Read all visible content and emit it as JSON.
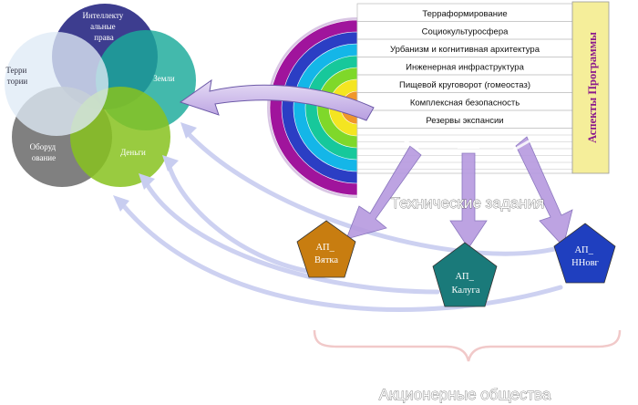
{
  "venn": {
    "circles": [
      {
        "id": "ip",
        "lines": [
          "Интеллекту",
          "альные",
          "права"
        ],
        "color": "#2d2d86"
      },
      {
        "id": "land",
        "lines": [
          "Земли"
        ],
        "color": "#1aa99a"
      },
      {
        "id": "territory",
        "lines": [
          "Терри",
          "тории"
        ],
        "color": "#dfeaf6"
      },
      {
        "id": "equipment",
        "lines": [
          "Оборуд",
          "ование"
        ],
        "color": "#6e6e6e"
      },
      {
        "id": "money",
        "lines": [
          "Деньги"
        ],
        "color": "#87c21f"
      }
    ]
  },
  "aspects": {
    "header": "Аспекты Программы",
    "layers": [
      {
        "label": "Терраформирование",
        "color": "#a0149c"
      },
      {
        "label": "Социокультуросфера",
        "color": "#2b3ec4"
      },
      {
        "label": "Урбанизм и когнитивная архитектура",
        "color": "#14b6e8"
      },
      {
        "label": "Инженерная инфраструктура",
        "color": "#17c89b"
      },
      {
        "label": "Пищевой круговорот (гомеостаз)",
        "color": "#7fd82a"
      },
      {
        "label": "Комплексная безопасность",
        "color": "#f4e521"
      },
      {
        "label": "Резервы экспансии",
        "color": "#f0972a"
      }
    ],
    "header_color": "#f5ee9a",
    "header_text_color": "#8c1a8c"
  },
  "caption_tasks": "Технические задания",
  "companies": {
    "caption": "Акционерные общества",
    "items": [
      {
        "id": "vyatka",
        "line1": "АП_",
        "line2": "Вятка",
        "color": "#c87d10"
      },
      {
        "id": "kaluga",
        "line1": "АП_",
        "line2": "Калуга",
        "color": "#1a7a7a"
      },
      {
        "id": "nnovg",
        "line1": "АП_",
        "line2": "ННовг",
        "color": "#1f3fbf"
      }
    ]
  }
}
